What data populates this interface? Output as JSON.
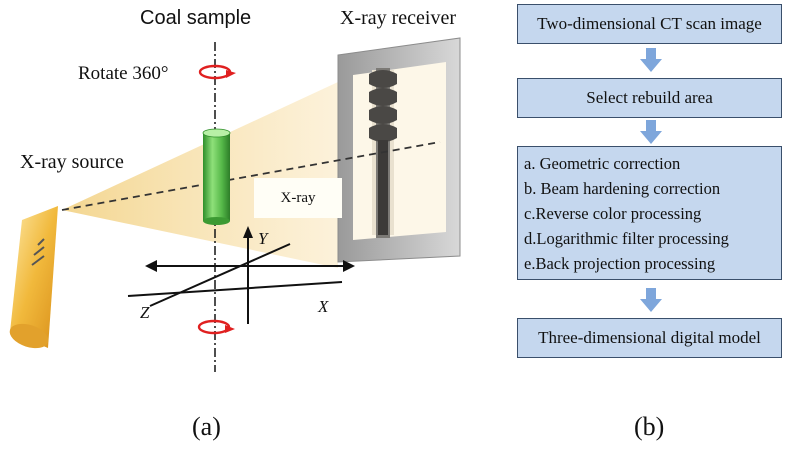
{
  "panel_a": {
    "coal_sample_label": "Coal sample",
    "xray_receiver_label": "X-ray receiver",
    "rotate_label": "Rotate 360°",
    "xray_source_label": "X-ray source",
    "xray_beam_label": "X-ray",
    "axis_y": "Y",
    "axis_z": "Z",
    "axis_x": "X",
    "caption": "(a)"
  },
  "panel_b": {
    "step_1": "Two-dimensional CT scan image",
    "step_2": "Select rebuild area",
    "processing_steps": [
      "a. Geometric correction",
      "b. Beam hardening correction",
      "c.Reverse color processing",
      "d.Logarithmic filter processing",
      "e.Back projection processing"
    ],
    "step_4": "Three-dimensional digital model",
    "caption": "(b)"
  },
  "colors": {
    "box_fill": "#c5d7ee",
    "box_border": "#3a4f6b",
    "arrow": "#7ea6db",
    "beam": "#f5dfa8",
    "sample_green": "#5bc04b",
    "rotation_red": "#e02020"
  }
}
